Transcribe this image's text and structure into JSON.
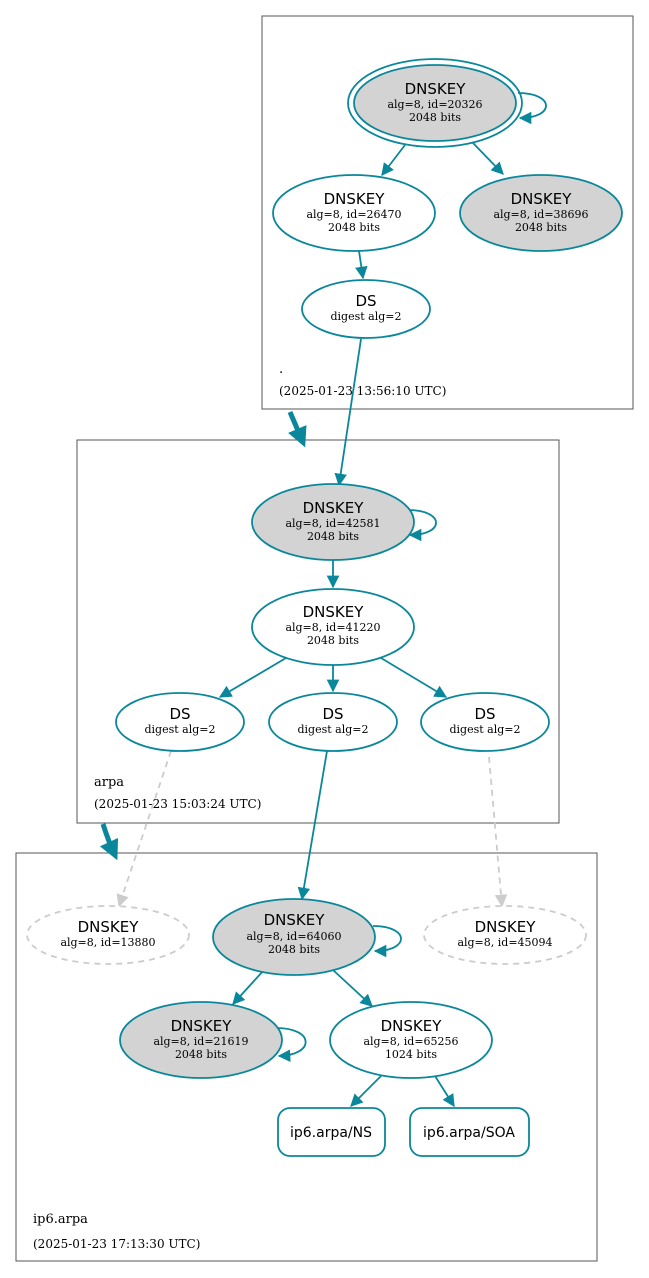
{
  "zones": {
    "root": {
      "name": ".",
      "timestamp": "(2025-01-23 13:56:10 UTC)"
    },
    "arpa": {
      "name": "arpa",
      "timestamp": "(2025-01-23 15:03:24 UTC)"
    },
    "ip6": {
      "name": "ip6.arpa",
      "timestamp": "(2025-01-23 17:13:30 UTC)"
    }
  },
  "nodes": {
    "root_ksk": {
      "title": "DNSKEY",
      "line1": "alg=8, id=20326",
      "line2": "2048 bits"
    },
    "root_zsk1": {
      "title": "DNSKEY",
      "line1": "alg=8, id=26470",
      "line2": "2048 bits"
    },
    "root_zsk2": {
      "title": "DNSKEY",
      "line1": "alg=8, id=38696",
      "line2": "2048 bits"
    },
    "root_ds": {
      "title": "DS",
      "line1": "digest alg=2"
    },
    "arpa_ksk": {
      "title": "DNSKEY",
      "line1": "alg=8, id=42581",
      "line2": "2048 bits"
    },
    "arpa_zsk": {
      "title": "DNSKEY",
      "line1": "alg=8, id=41220",
      "line2": "2048 bits"
    },
    "arpa_ds1": {
      "title": "DS",
      "line1": "digest alg=2"
    },
    "arpa_ds2": {
      "title": "DS",
      "line1": "digest alg=2"
    },
    "arpa_ds3": {
      "title": "DS",
      "line1": "digest alg=2"
    },
    "ip6_ghost1": {
      "title": "DNSKEY",
      "line1": "alg=8, id=13880"
    },
    "ip6_ksk": {
      "title": "DNSKEY",
      "line1": "alg=8, id=64060",
      "line2": "2048 bits"
    },
    "ip6_ghost2": {
      "title": "DNSKEY",
      "line1": "alg=8, id=45094"
    },
    "ip6_key1": {
      "title": "DNSKEY",
      "line1": "alg=8, id=21619",
      "line2": "2048 bits"
    },
    "ip6_key2": {
      "title": "DNSKEY",
      "line1": "alg=8, id=65256",
      "line2": "1024 bits"
    },
    "ip6_ns": {
      "title": "ip6.arpa/NS"
    },
    "ip6_soa": {
      "title": "ip6.arpa/SOA"
    }
  },
  "colors": {
    "edge": "#0a879a",
    "ghost": "#cccccc",
    "filled_node": "#d3d3d3",
    "zone_border": "#555555"
  }
}
